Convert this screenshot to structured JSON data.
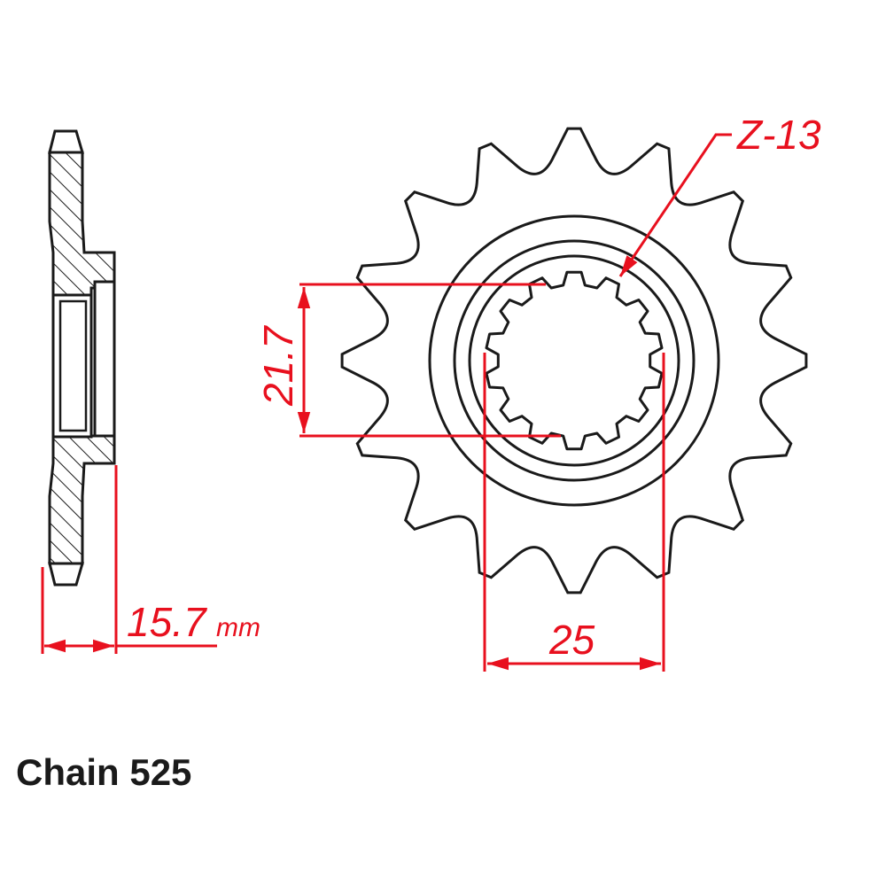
{
  "drawing": {
    "title": "Front sprocket technical drawing",
    "colors": {
      "outline": "#1a1a1a",
      "dimension": "#E8101E",
      "background": "#ffffff"
    },
    "side_view": {
      "thickness_label": "15.7",
      "thickness_unit": "mm"
    },
    "front_view": {
      "teeth_label": "Z-13",
      "spline_height_label": "21.7",
      "spline_width_label": "25"
    },
    "caption": "Chain 525"
  }
}
